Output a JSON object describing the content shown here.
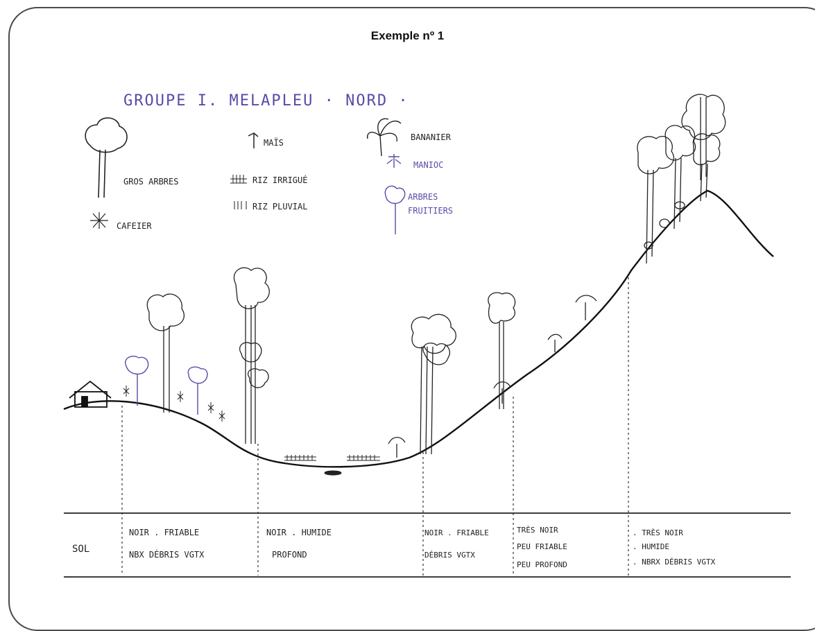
{
  "title": "Exemple nº 1",
  "heading": "GROUPE I.   MELAPLEU · NORD ·",
  "legend": {
    "big_trees": "GROS ARBRES",
    "maize": "MAÏS",
    "irrigated_rice": "RIZ IRRIGUÉ",
    "rainfed_rice": "RIZ PLUVIAL",
    "banana": "BANANIER",
    "cassava": "MANIOC",
    "fruit_trees_1": "ARBRES",
    "fruit_trees_2": "FRUITIERS",
    "coffee": "CAFEIER"
  },
  "table": {
    "row_label": "SOL",
    "cells": [
      [
        "NOIR . FRIABLE",
        "NBX DÉBRIS VGTX"
      ],
      [
        "NOIR . HUMIDE",
        "PROFOND"
      ],
      [
        "NOIR . FRIABLE",
        "DÉBRIS VGTX"
      ],
      [
        "TRÈS NOIR",
        "PEU FRIABLE",
        "PEU PROFOND"
      ],
      [
        ". TRÈS NOIR",
        ". HUMIDE",
        ". NBRX DÉBRIS VGTX"
      ]
    ]
  },
  "colors": {
    "ink": "#222222",
    "violet": "#5a4aa8",
    "frame": "#4a4a4a"
  }
}
